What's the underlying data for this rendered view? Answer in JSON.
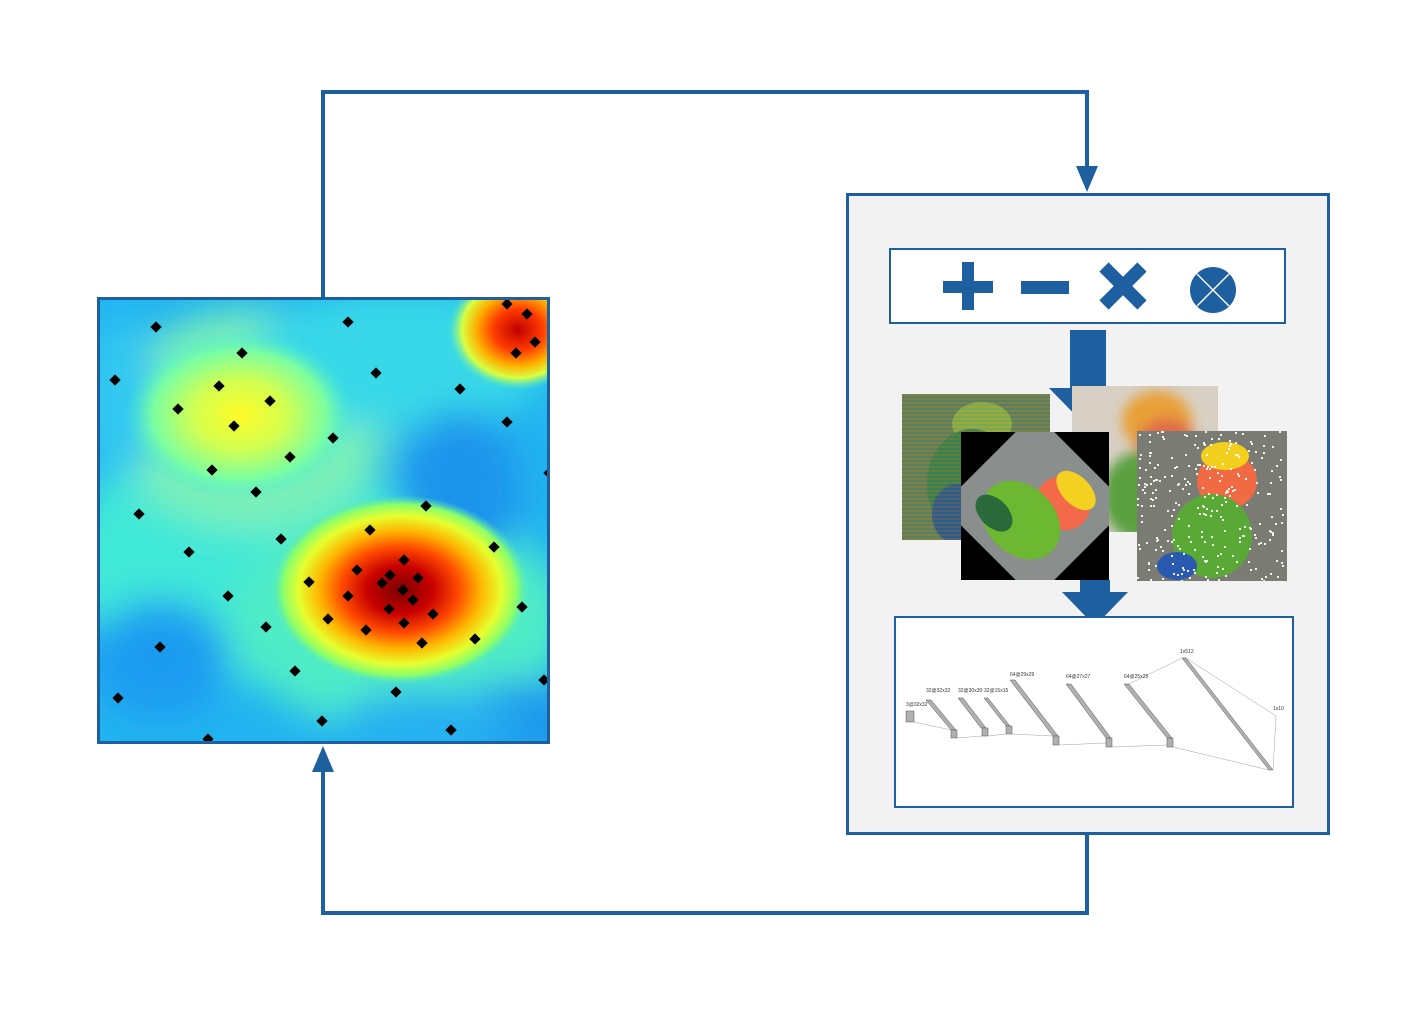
{
  "diagram": {
    "colors": {
      "frame": "#1e5fa0",
      "panel_background": "#f2f2f2",
      "operator": "#1e5fa0",
      "sample_marker": "#000000"
    },
    "heatmap": {
      "colormap": "jet",
      "markers": "black diamonds"
    },
    "operators": [
      {
        "icon": "plus-icon"
      },
      {
        "icon": "minus-icon"
      },
      {
        "icon": "times-icon"
      },
      {
        "icon": "circled-times-icon"
      }
    ],
    "augmented_images": [
      {
        "icon": "parrot-striped-noise-image"
      },
      {
        "icon": "parrot-blurred-image"
      },
      {
        "icon": "parrot-rotated-image"
      },
      {
        "icon": "parrot-salt-noise-image"
      }
    ],
    "network": {
      "layer_labels": [
        "3@32x32",
        "32@32x32",
        "32@30x30",
        "32@15x15",
        "64@29x29",
        "64@27x27",
        "64@25x25",
        "1x512",
        "1x10"
      ]
    }
  }
}
